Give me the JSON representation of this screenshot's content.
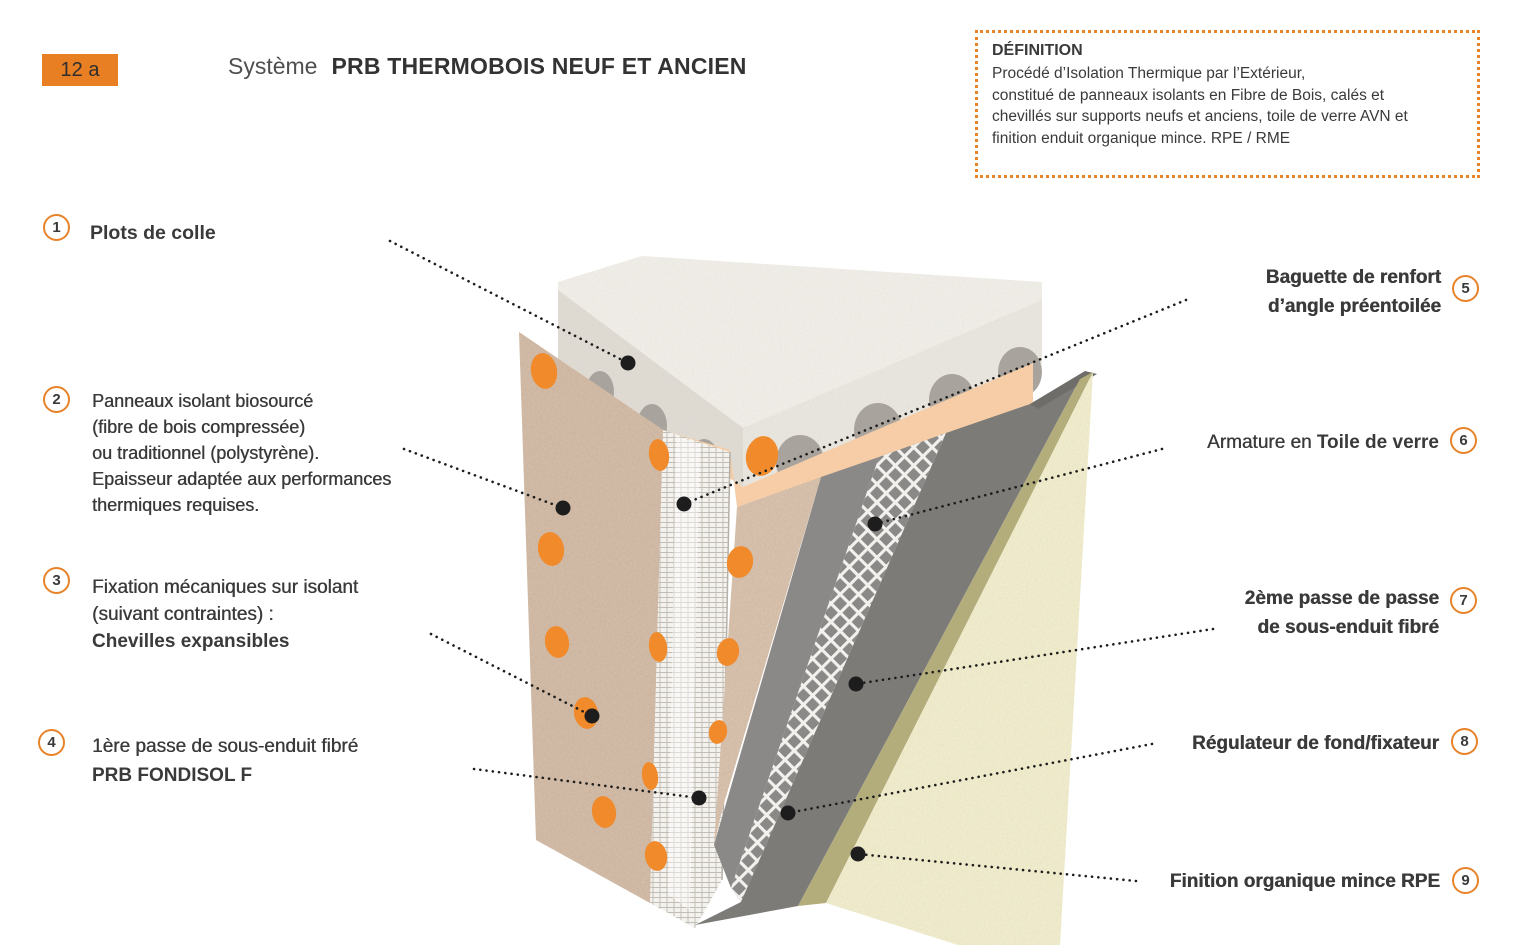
{
  "header": {
    "badge": "12 a",
    "title_prefix": "Système",
    "title": "PRB THERMOBOIS NEUF ET ANCIEN"
  },
  "definition": {
    "heading": "DÉFINITION",
    "l1": "Procédé d’Isolation Thermique par l’Extérieur,",
    "l2": "constitué de panneaux isolants en Fibre de Bois, calés et",
    "l3": "chevillés sur supports neufs et anciens, toile de verre AVN et",
    "l4": "finition enduit organique mince. RPE / RME"
  },
  "callouts": {
    "c1": {
      "num": "1",
      "l1": "Plots de colle"
    },
    "c2": {
      "num": "2",
      "l1": "Panneaux isolant biosourcé",
      "l2": "(fibre de bois compressée)",
      "l3": "ou traditionnel (polystyrène).",
      "l4": "Epaisseur adaptée aux performances",
      "l5": "thermiques requises."
    },
    "c3": {
      "num": "3",
      "l1": "Fixation mécaniques sur isolant",
      "l2": "(suivant contraintes) :",
      "l3": "Chevilles expansibles"
    },
    "c4": {
      "num": "4",
      "l1": "1ère passe de sous-enduit fibré",
      "l2": "PRB FONDISOL F"
    },
    "c5": {
      "num": "5",
      "l1": "Baguette de renfort",
      "l2": "d’angle préentoilée"
    },
    "c6": {
      "num": "6",
      "l1a": "Armature en ",
      "l1b": "Toile de verre"
    },
    "c7": {
      "num": "7",
      "l1": "2ème passe de passe",
      "l2": "de sous-enduit fibré"
    },
    "c8": {
      "num": "8",
      "l1": "Régulateur de fond/fixateur"
    },
    "c9": {
      "num": "9",
      "l1": "Finition organique mince RPE"
    }
  },
  "colors": {
    "accent_orange": "#e8832a",
    "glue_dot_orange": "#f08a2b",
    "insulation_top_salmon": "#f6cda6",
    "insulation_left_tan": "#d7bfaa",
    "insulation_right_tan": "#ddc6b1",
    "slab_top_white": "#f2efe9",
    "slab_left_white": "#e1ddd5",
    "slab_right_white": "#eae7e0",
    "slab_void_gray": "#a8a49d",
    "render_gray": "#8b8987",
    "regulator_khaki": "#b2ad7b",
    "finish_yellow": "#f3efcf",
    "mesh_white": "#f4f2ee",
    "leader_black": "#1d1d1d"
  }
}
